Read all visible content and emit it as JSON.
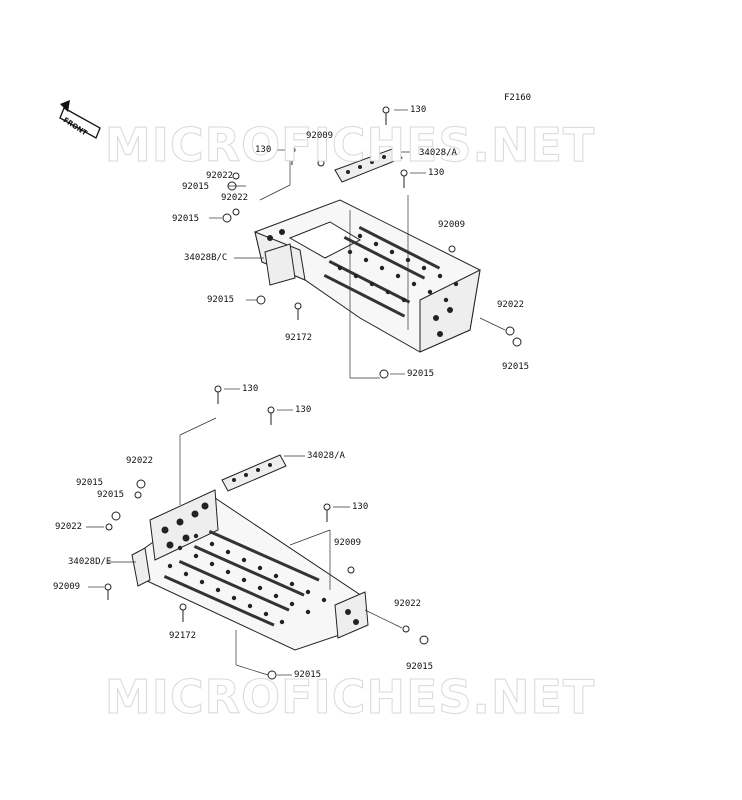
{
  "figure_code": "F2160",
  "front_badge": "FRONT",
  "watermark": "MICROFICHES.NET",
  "labels": {
    "t_130_top": "130",
    "t_92009_a": "92009",
    "t_130_left": "130",
    "t_34028A": "34028/A",
    "t_130_mid": "130",
    "t_92022_a": "92022",
    "t_92015_a": "92015",
    "t_92022_b": "92022",
    "t_92015_b": "92015",
    "t_92009_b": "92009",
    "t_34028BC": "34028B/C",
    "t_92015_c": "92015",
    "t_92172_a": "92172",
    "t_92022_c": "92022",
    "t_92015_d": "92015",
    "t_92015_e": "92015",
    "b_130_a": "130",
    "b_130_b": "130",
    "b_34028A": "34028/A",
    "b_92022_a": "92022",
    "b_92015_a": "92015",
    "b_92015_b": "92015",
    "b_130_c": "130",
    "b_92022_b": "92022",
    "b_92009_a": "92009",
    "b_34028DE": "34028D/E",
    "b_92009_b": "92009",
    "b_92022_c": "92022",
    "b_92172": "92172",
    "b_92015_c": "92015",
    "b_92015_d": "92015"
  }
}
